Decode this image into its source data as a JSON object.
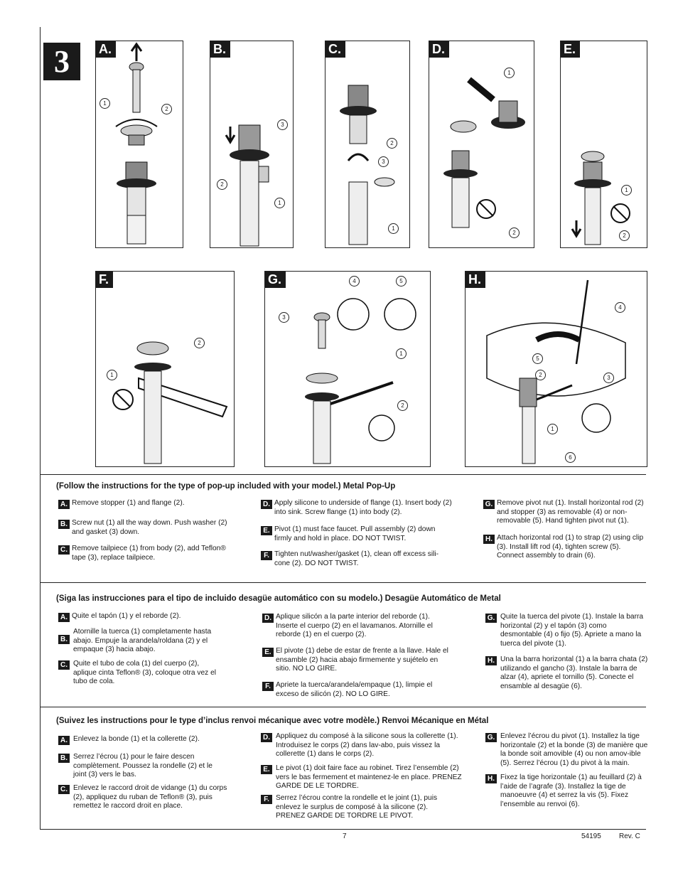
{
  "step": "3",
  "panels": [
    {
      "label": "A.",
      "callouts": [
        "1",
        "2"
      ]
    },
    {
      "label": "B.",
      "callouts": [
        "3",
        "2",
        "1"
      ]
    },
    {
      "label": "C.",
      "callouts": [
        "2",
        "3",
        "1"
      ]
    },
    {
      "label": "D.",
      "callouts": [
        "1",
        "2"
      ]
    },
    {
      "label": "E.",
      "callouts": [
        "1",
        "2"
      ]
    },
    {
      "label": "F.",
      "callouts": [
        "2",
        "1"
      ]
    },
    {
      "label": "G.",
      "callouts": [
        "4",
        "5",
        "3",
        "1",
        "2"
      ]
    },
    {
      "label": "H.",
      "callouts": [
        "4",
        "5",
        "2",
        "3",
        "1",
        "6"
      ]
    }
  ],
  "english": {
    "title": "(Follow the instructions for the type of pop-up included with your model.)  Metal Pop-Up",
    "items": [
      {
        "badge": "A.",
        "text": "Remove stopper (1) and flange (2)."
      },
      {
        "badge": "B.",
        "text": "Screw nut (1) all the way down. Push washer (2) and gasket (3) down."
      },
      {
        "badge": "C.",
        "text": "Remove tailpiece (1) from body (2), add Teflon® tape (3), replace tailpiece."
      },
      {
        "badge": "D.",
        "text": "Apply silicone to underside of flange (1). Insert body (2) into sink. Screw flange (1) into body (2)."
      },
      {
        "badge": "E.",
        "text": "Pivot (1) must face faucet. Pull assembly (2) down firmly and hold in place. DO NOT TWIST."
      },
      {
        "badge": "F.",
        "text": "Tighten nut/washer/gasket (1), clean off excess sili-cone (2). DO NOT TWIST."
      },
      {
        "badge": "G.",
        "text": "Remove pivot nut (1). Install horizontal rod (2) and stopper (3) as removable (4) or non-removable (5). Hand tighten pivot nut (1)."
      },
      {
        "badge": "H.",
        "text": "Attach horizontal rod (1) to strap (2) using clip (3). Install lift rod (4), tighten screw (5). Connect assembly to drain (6)."
      }
    ]
  },
  "spanish": {
    "title": "(Siga las instrucciones para el tipo de incluido desagüe automático con su modelo.) Desagüe Automático de Metal",
    "items": [
      {
        "badge": "A.",
        "text": "Quite el tapón (1) y el reborde (2)."
      },
      {
        "badge": "B.",
        "text": "Atornille la tuerca (1) completamente hasta abajo. Empuje la arandela/roldana (2) y el empaque (3) hacia abajo."
      },
      {
        "badge": "C.",
        "text": "Quite el tubo de cola (1) del cuerpo (2), aplique cinta Teflon® (3), coloque otra vez el tubo de cola."
      },
      {
        "badge": "D.",
        "text": "Aplique silicón a la parte interior del reborde (1). Inserte el cuerpo (2) en el lavamanos. Atornille el reborde (1) en el cuerpo (2)."
      },
      {
        "badge": "E.",
        "text": "El pivote (1) debe de estar de frente a la llave. Hale el ensamble (2) hacia abajo firmemente y sujételo en sitio. NO LO GIRE."
      },
      {
        "badge": "F.",
        "text": "Apriete la tuerca/arandela/empaque (1), limpie el exceso de silicón (2). NO LO GIRE."
      },
      {
        "badge": "G.",
        "text": "Quite la tuerca del pivote (1). Instale la barra horizontal (2) y el tapón (3) como desmontable (4) o fijo (5). Apriete a mano la tuerca del pivote (1)."
      },
      {
        "badge": "H.",
        "text": "Una la barra horizontal (1) a la barra chata (2) utilizando el gancho (3). Instale la barra de alzar (4), apriete el tornillo (5). Conecte el ensamble al desagüe (6)."
      }
    ]
  },
  "french": {
    "title": "(Suivez les instructions pour le type d’inclus renvoi mécanique avec votre modèle.) Renvoi Mécanique en Métal",
    "items": [
      {
        "badge": "A.",
        "text": "Enlevez la bonde (1) et la collerette (2)."
      },
      {
        "badge": "B.",
        "text": "Serrez l’écrou (1) pour le faire descen complètement. Poussez la rondelle (2) et le joint (3) vers le bas."
      },
      {
        "badge": "C.",
        "text": "Enlevez le raccord droit de vidange (1) du corps (2), appliquez du ruban de Teflon® (3), puis remettez le raccord droit en place."
      },
      {
        "badge": "D.",
        "text": "Appliquez du composé à la silicone sous la collerette (1). Introduisez le corps (2) dans lav-abo, puis vissez la collerette (1) dans le corps (2)."
      },
      {
        "badge": "E.",
        "text": "Le pivot (1) doit faire face au robinet. Tirez   l’ensemble (2) vers le bas fermement et maintenez-le en place. PRENEZ GARDE DE LE  TORDRE."
      },
      {
        "badge": "F.",
        "text": "Serrez l’écrou contre la rondelle et le joint (1), puis enlevez le surplus de composé à la silicone (2). PRENEZ GARDE DE TORDRE LE PIVOT."
      },
      {
        "badge": "G.",
        "text": "Enlevez l’écrou du pivot (1). Installez la tige horizontale (2) et la bonde (3) de manière que la bonde soit amovible (4) ou non amov-ible (5). Serrez l’écrou (1) du pivot à la main."
      },
      {
        "badge": "H.",
        "text": "Fixez la tige horizontale (1) au feuillard (2) à l’aide de l’agrafe (3). Installez la tige de manoeuvre (4) et serrez la vis (5). Fixez l’ensemble au renvoi (6)."
      }
    ]
  },
  "footer": {
    "page": "7",
    "code": "54195",
    "rev": "Rev. C"
  }
}
